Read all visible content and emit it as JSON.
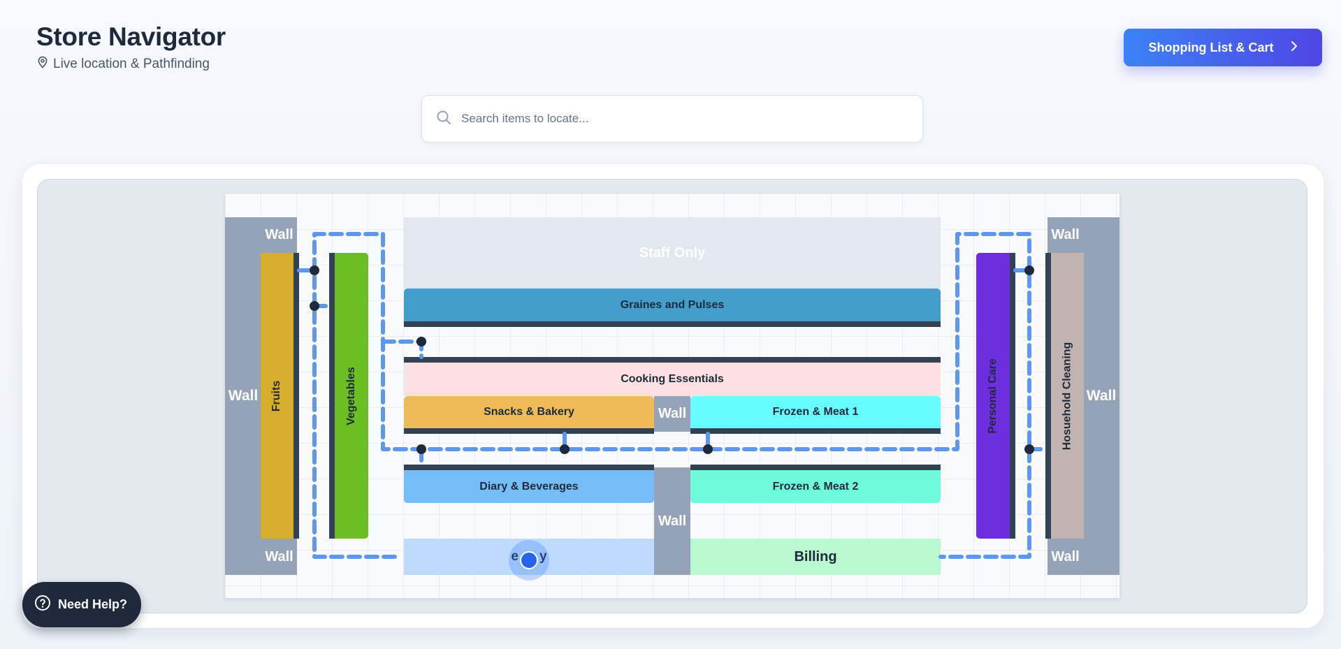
{
  "header": {
    "title": "Store Navigator",
    "subtitle": "Live location & Pathfinding",
    "cart_button_label": "Shopping List & Cart"
  },
  "search": {
    "placeholder": "Search items to locate...",
    "value": ""
  },
  "map": {
    "walls": {
      "top_left": "Wall",
      "left": "Wall",
      "bottom_left": "Wall",
      "top_right": "Wall",
      "right": "Wall",
      "bottom_right": "Wall",
      "center_top": "Wall",
      "center_bottom": "Wall"
    },
    "zones": {
      "fruits": "Fruits",
      "vegetables": "Vegetables",
      "staff_only": "Staff Only",
      "grains_pulses": "Graines and Pulses",
      "cooking_essentials": "Cooking Essentials",
      "snacks_bakery": "Snacks & Bakery",
      "frozen_meat_1": "Frozen & Meat 1",
      "diary_beverages": "Diary & Beverages",
      "frozen_meat_2": "Frozen & Meat 2",
      "entry_prefix": "e",
      "entry_suffix": "y",
      "billing": "Billing",
      "personal_care": "Personal Care",
      "household_cleaning": "Hosuehold Cleaning"
    },
    "colors": {
      "fruits": "#d6ae2b",
      "vegetables": "#6cbf22",
      "staff_only": "#e2e8f0",
      "grains_pulses": "#449ecc",
      "cooking_essentials": "#fde0e2",
      "snacks_bakery": "#eebb58",
      "frozen_meat_1": "#67fcfe",
      "diary_beverages": "#74bdf7",
      "frozen_meat_2": "#6dfbdb",
      "entry": "#bedbfe",
      "billing": "#bbf7d0",
      "personal_care": "#6d2ede",
      "household_cleaning": "#c2b3b1",
      "wall": "#94a3b8",
      "shelf": "#334155",
      "route": "#5d97ee"
    }
  },
  "help": {
    "label": "Need Help?"
  }
}
